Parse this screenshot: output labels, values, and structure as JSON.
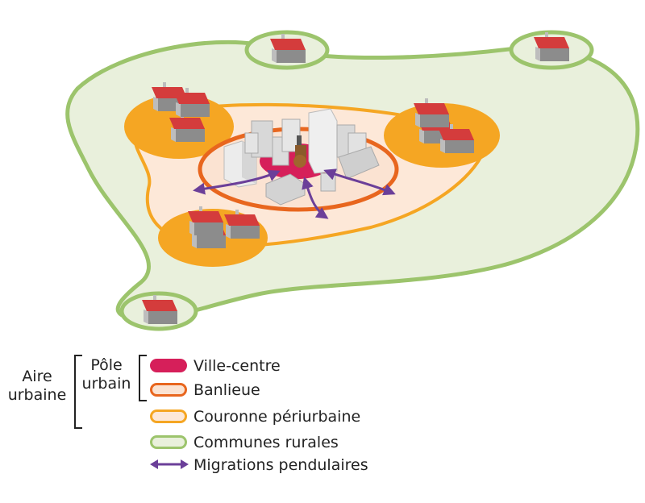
{
  "legend": {
    "group_outer": [
      "Aire",
      "urbaine"
    ],
    "group_inner": [
      "Pôle",
      "urbain"
    ],
    "items": [
      {
        "label": "Ville-centre",
        "color": "#d61f5a"
      },
      {
        "label": "Banlieue",
        "color": "#e8661e"
      },
      {
        "label": "Couronne périurbaine",
        "color": "#f5a623"
      },
      {
        "label": "Communes rurales",
        "color": "#9cc46c"
      },
      {
        "label": "Migrations pendulaires",
        "color": "#6b3f99"
      }
    ]
  },
  "colors": {
    "rural_fill": "#e9f0dc",
    "rural_stroke": "#9cc46c",
    "periurban_fill": "#fde8d8",
    "periurban_stroke": "#f5a623",
    "village_fill": "#f5a623",
    "suburb_fill": "#fbe3d2",
    "suburb_stroke": "#e8661e",
    "center_fill": "#d61f5a",
    "arrow": "#6b3f99",
    "roof": "#d43c3c",
    "wall": "#c8c8c8"
  }
}
